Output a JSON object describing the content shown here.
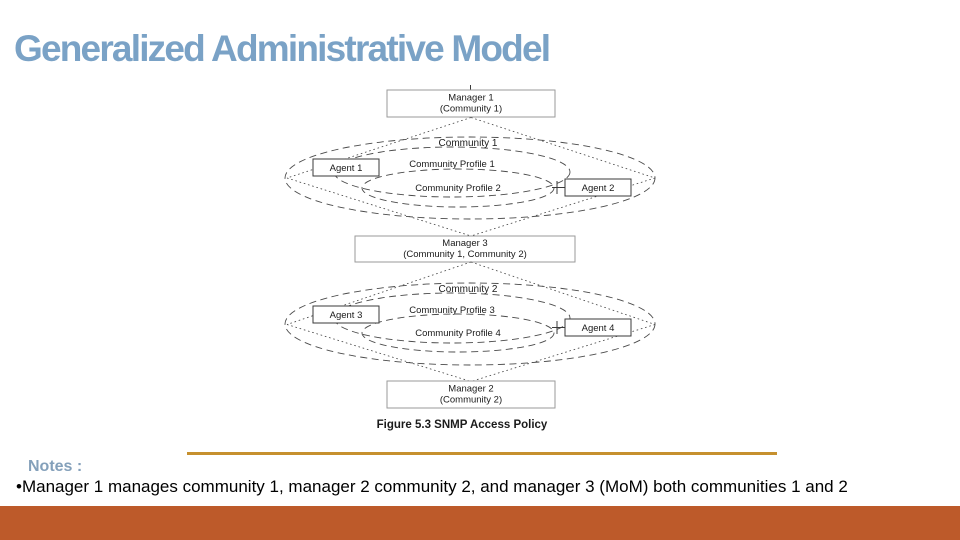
{
  "slide": {
    "title": "Generalized Administrative Model",
    "colors": {
      "title_text": "#7aa2c6",
      "notes_label_text": "#84a0ba",
      "accent_line": "#c6902e",
      "footer_band": "#bd5a2a",
      "diagram_ink": "#1b1b1b",
      "background": "#ffffff"
    }
  },
  "diagram": {
    "caption": "Figure 5.3  SNMP Access Policy",
    "manager1": {
      "line1": "Manager 1",
      "line2": "(Community 1)"
    },
    "manager3": {
      "line1": "Manager 3",
      "line2": "(Community 1, Community 2)"
    },
    "manager2": {
      "line1": "Manager 2",
      "line2": "(Community 2)"
    },
    "community1_label": "Community 1",
    "community2_label": "Community 2",
    "profile1_label": "Community Profile 1",
    "profile2_label": "Community Profile 2",
    "profile3_label": "Community Profile 3",
    "profile4_label": "Community Profile 4",
    "agent1": "Agent 1",
    "agent2": "Agent 2",
    "agent3": "Agent 3",
    "agent4": "Agent 4"
  },
  "notes": {
    "label": "Notes :",
    "bullet": "•Manager 1 manages community 1, manager 2 community 2, and manager 3 (MoM) both communities 1 and 2"
  }
}
